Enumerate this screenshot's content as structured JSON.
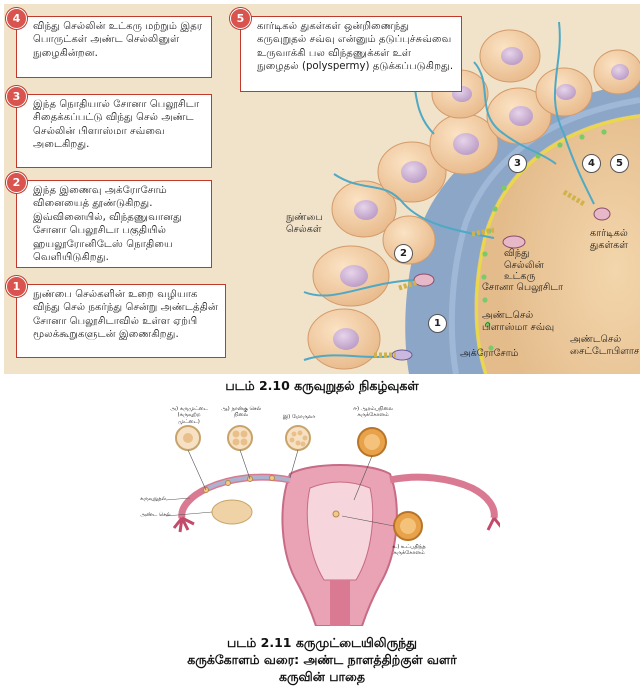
{
  "colors": {
    "box_border": "#c0392b",
    "badge": "#d9534f",
    "background": "#f1e3c9",
    "zona": "#7f9fc6",
    "sperm": "#4fa9c4"
  },
  "fig1": {
    "steps": [
      {
        "n": "4",
        "text": "விந்து செல்லின் உட்கரு மற்றும் இதர பொருட்கள் அண்ட செல்லினுள் நுழைகின்றன."
      },
      {
        "n": "5",
        "text": "கார்டிகல் துகள்கள் ஒன்றிணைந்து கருவுறுதல் சவ்வு என்னும் தடுப்புச்சுவ்வை உருவாக்கி பல விந்தணுக்கள் உள் நுழைதல் (polyspermy) தடுக்கப்படுகிறது."
      },
      {
        "n": "3",
        "text": "இந்த நொதியால் சோனா பெலூசிடா சிதைக்கப்பட்டு விந்து செல் அண்ட செல்லின் பிளாஸ்மா சவ்வை அடைகிறது."
      },
      {
        "n": "2",
        "text": "இந்த இணைவு அக்ரோசோம் வினையைத் தூண்டுகிறது. இவ்வினையில், விந்தணுவானது சோனா பெலூசிடா பகுதியில் ஹயலூரோனிடேஸ் நொதியை வெளியிடுகிறது."
      },
      {
        "n": "1",
        "text": "நுண்பை செல்களின் உறை வழியாக விந்து செல் நகர்ந்து சென்று அண்டத்தின் சோனா பெலூசிடாவில் உள்ள ஏற்பி மூலக்கூறுகளுடன் இணைகிறது."
      }
    ],
    "labels": {
      "follicle": "நுண்பை செல்கள்",
      "sperm_nucleus": "விந்து செல்லின் உட்கரு",
      "cortical": "கார்டிகல் துகள்கள்",
      "zona": "சோனா பெலூசிடா",
      "egg_membrane": "அண்டசெல் பிளாஸ்மா சவ்வு",
      "egg_cytoplasm": "அண்டசெல் சைட்டோபிளாசம்",
      "acrosome": "அக்ரோசோம்"
    },
    "markers": [
      "1",
      "2",
      "3",
      "4",
      "5"
    ],
    "caption": "படம் 2.10 கருவுறுதல் நிகழ்வுகள்"
  },
  "fig2": {
    "stages": [
      {
        "text": "அ) கருமுட்டை (கருவுற்ற முட்டை)"
      },
      {
        "text": "ஆ) நான்கு செல் நிலை"
      },
      {
        "text": "இ) மோருலா"
      },
      {
        "text": "ஈ) ஆரம்பநிலை கருக்கோளம்"
      },
      {
        "text": "உ) உட்பதிந்த கருக்கோளம்"
      }
    ],
    "side_labels": {
      "fertilization": "கருவுறுதல்",
      "ovum": "அண்ட செல்"
    },
    "caption_lines": [
      "படம் 2.11 கருமுட்டையிலிருந்து",
      "கருக்கோளம் வரை: அண்ட நாளத்திற்குள் வளர்",
      "கருவின் பாதை"
    ]
  }
}
